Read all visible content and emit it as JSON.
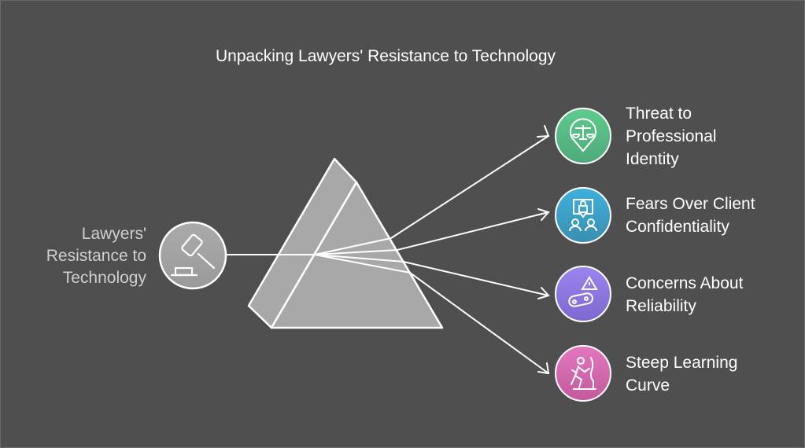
{
  "title": "Unpacking Lawyers' Resistance to Technology",
  "source": {
    "label_lines": [
      "Lawyers'",
      "Resistance to",
      "Technology"
    ],
    "icon": "gavel-icon"
  },
  "items": [
    {
      "lines": [
        "Threat to",
        "Professional",
        "Identity"
      ],
      "icon": "scales-pin-icon",
      "color_top": "#5ecb8e",
      "color_bottom": "#4fa97a"
    },
    {
      "lines": [
        "Fears Over Client",
        "Confidentiality"
      ],
      "icon": "lock-people-icon",
      "color_top": "#3fb0dc",
      "color_bottom": "#3a8fb0"
    },
    {
      "lines": [
        "Concerns About",
        "Reliability"
      ],
      "icon": "conveyor-warning-icon",
      "color_top": "#9b84ee",
      "color_bottom": "#7f68cf"
    },
    {
      "lines": [
        "Steep Learning",
        "Curve"
      ],
      "icon": "climber-icon",
      "color_top": "#e277be",
      "color_bottom": "#c35a9c"
    }
  ]
}
